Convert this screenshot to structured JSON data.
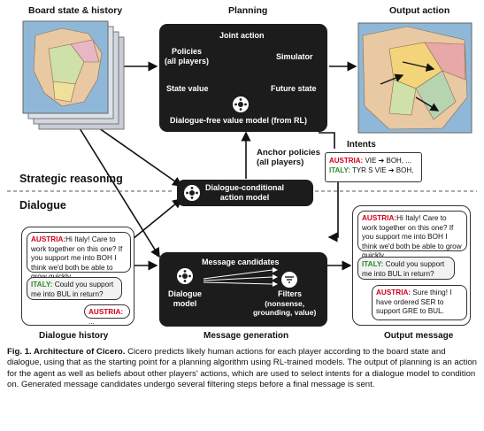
{
  "labels": {
    "board_state": "Board state & history",
    "planning": "Planning",
    "output_action": "Output action",
    "intents": "Intents",
    "anchor_policies": "Anchor policies\n(all players)",
    "dialogue_history": "Dialogue history",
    "message_generation": "Message generation",
    "output_message": "Output message"
  },
  "sections": {
    "strategic": "Strategic reasoning",
    "dialogue": "Dialogue"
  },
  "planning_box": {
    "joint_action": "Joint action",
    "policies": "Policies\n(all players)",
    "simulator": "Simulator",
    "state_value": "State value",
    "future_state": "Future state",
    "value_model": "Dialogue-free value model (from RL)"
  },
  "dcam_box": {
    "title": "Dialogue-conditional\naction model"
  },
  "msg_box": {
    "candidates": "Message candidates",
    "dialogue_model": "Dialogue\nmodel",
    "filters": "Filters",
    "filters_detail": "(nonsense,\ngrounding, value)"
  },
  "intents": {
    "austria_label": "AUSTRIA:",
    "austria_text": "VIE ➔ BOH, ...",
    "italy_label": "ITALY:",
    "italy_text": "TYR S VIE ➔ BOH, ..."
  },
  "history_messages": {
    "m1_speaker": "AUSTRIA:",
    "m1_text": "Hi Italy! Care to work together on this one? If you support me into BOH I think we'd both be able to grow quickly.",
    "m2_speaker": "ITALY:",
    "m2_text": "Could you support me into BUL in return?",
    "m3_speaker": "AUSTRIA:",
    "m3_text": "..."
  },
  "output_messages": {
    "m1_speaker": "AUSTRIA:",
    "m1_text": "Hi Italy! Care to work together on this one? If you support me into BOH I think we'd both be able to grow quickly.",
    "m2_speaker": "ITALY:",
    "m2_text": "Could you support me into BUL in return?",
    "m3_speaker": "AUSTRIA:",
    "m3_text": "Sure thing! I have ordered SER to support GRE to BUL."
  },
  "caption": {
    "title": "Fig. 1. Architecture of Cicero.",
    "body": " Cicero predicts likely human actions for each player according to the board state and dialogue, using that as the starting point for a planning algorithm using RL-trained models. The output of planning is an action for the agent as well as beliefs about other players' actions, which are used to select intents for a dialogue model to condition on. Generated message candidates undergo several filtering steps before a final message is sent."
  },
  "colors": {
    "austria": "#d0021b",
    "italy": "#2e8b2e",
    "box": "#1c1c1c"
  }
}
